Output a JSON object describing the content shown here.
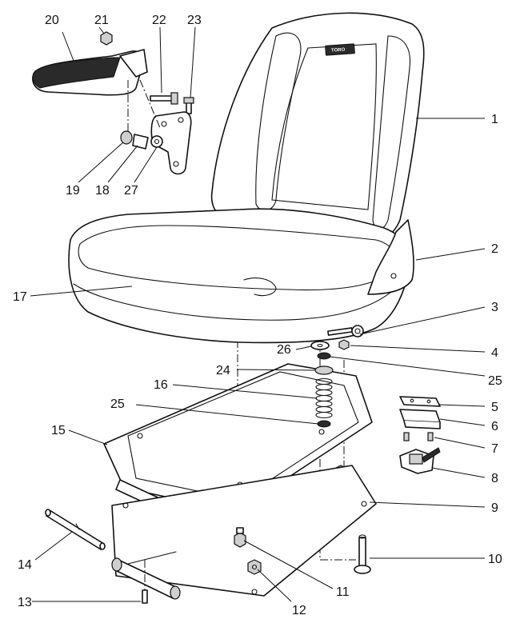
{
  "diagram": {
    "seat_badge": "TORO",
    "callouts": [
      {
        "id": "c1",
        "label": "1"
      },
      {
        "id": "c2",
        "label": "2"
      },
      {
        "id": "c3",
        "label": "3"
      },
      {
        "id": "c4",
        "label": "4"
      },
      {
        "id": "c5",
        "label": "5"
      },
      {
        "id": "c6",
        "label": "6"
      },
      {
        "id": "c7",
        "label": "7"
      },
      {
        "id": "c8",
        "label": "8"
      },
      {
        "id": "c9",
        "label": "9"
      },
      {
        "id": "c10",
        "label": "10"
      },
      {
        "id": "c11",
        "label": "11"
      },
      {
        "id": "c12",
        "label": "12"
      },
      {
        "id": "c13",
        "label": "13"
      },
      {
        "id": "c14",
        "label": "14"
      },
      {
        "id": "c15",
        "label": "15"
      },
      {
        "id": "c16",
        "label": "16"
      },
      {
        "id": "c17",
        "label": "17"
      },
      {
        "id": "c18",
        "label": "18"
      },
      {
        "id": "c19",
        "label": "19"
      },
      {
        "id": "c20",
        "label": "20"
      },
      {
        "id": "c21",
        "label": "21"
      },
      {
        "id": "c22",
        "label": "22"
      },
      {
        "id": "c23",
        "label": "23"
      },
      {
        "id": "c24",
        "label": "24"
      },
      {
        "id": "c25a",
        "label": "25"
      },
      {
        "id": "c25b",
        "label": "25"
      },
      {
        "id": "c26",
        "label": "26"
      },
      {
        "id": "c27",
        "label": "27"
      }
    ]
  }
}
